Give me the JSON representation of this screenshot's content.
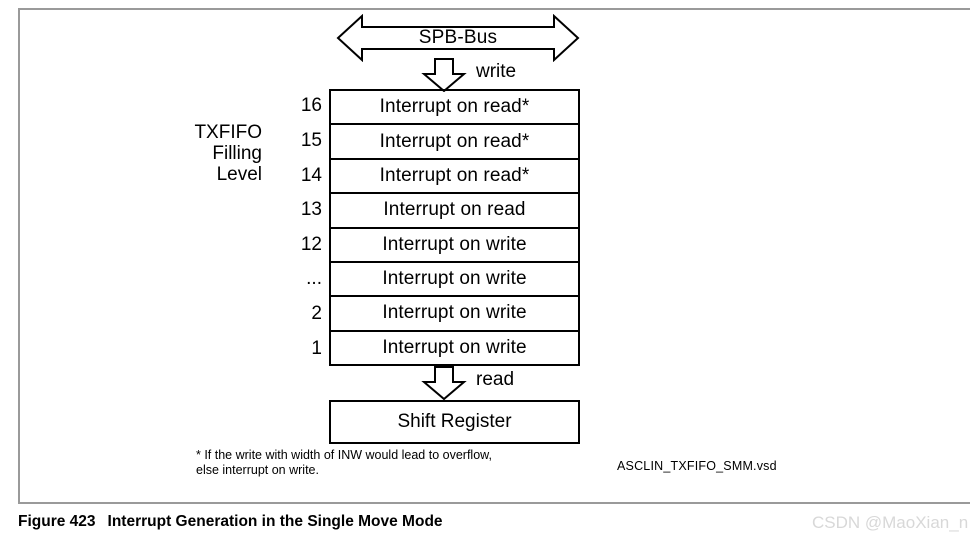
{
  "figure": {
    "number": "Figure 423",
    "caption": "Interrupt Generation in the Single Move Mode",
    "source_file": "ASCLIN_TXFIFO_SMM.vsd"
  },
  "bus": {
    "label": "SPB-Bus"
  },
  "flows": {
    "write_label": "write",
    "read_label": "read"
  },
  "fifo": {
    "side_label": "TXFIFO\nFilling\nLevel",
    "rows": [
      {
        "index": "16",
        "text": "Interrupt on read*"
      },
      {
        "index": "15",
        "text": "Interrupt on read*"
      },
      {
        "index": "14",
        "text": "Interrupt on read*"
      },
      {
        "index": "13",
        "text": "Interrupt on read"
      },
      {
        "index": "12",
        "text": "Interrupt on write"
      },
      {
        "index": "...",
        "text": "Interrupt on write"
      },
      {
        "index": "2",
        "text": "Interrupt on write"
      },
      {
        "index": "1",
        "text": "Interrupt on write"
      }
    ]
  },
  "shift_register": {
    "label": "Shift Register"
  },
  "footnote": {
    "text": "* If the write with width of INW would lead to overflow,\n  else interrupt on write."
  },
  "watermark": {
    "text": "CSDN @MaoXian_n"
  }
}
